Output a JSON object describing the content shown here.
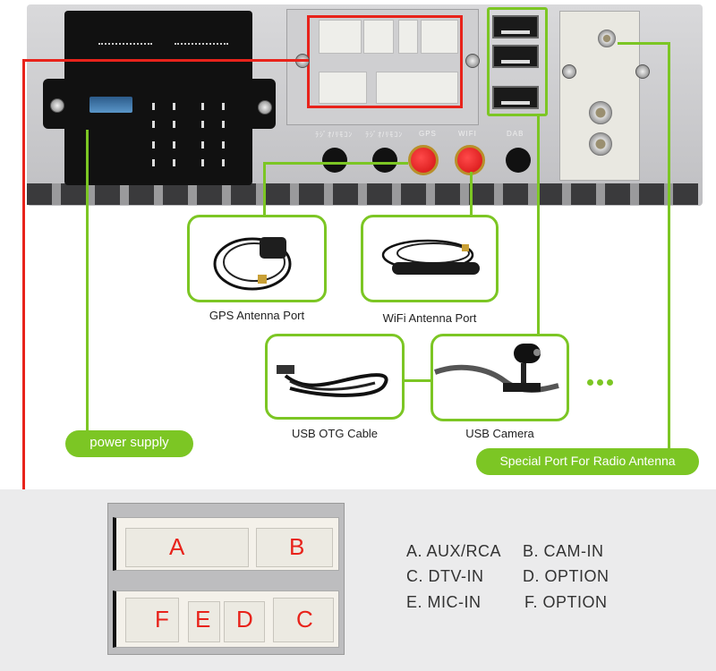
{
  "colors": {
    "accent_green": "#7cc624",
    "accent_red": "#e8231b",
    "bottom_panel": "#ebebec"
  },
  "device": {
    "port_labels": [
      "ﾗｼﾞｵ/ﾘﾓｺﾝ",
      "ﾗｼﾞｵ/ﾘﾓｺﾝ",
      "GPS",
      "WIFI",
      "DAB"
    ]
  },
  "accessories": [
    {
      "label": "GPS Antenna Port",
      "icon": "gps-antenna-icon"
    },
    {
      "label": "WiFi Antenna Port",
      "icon": "wifi-antenna-icon"
    },
    {
      "label": "USB OTG Cable",
      "icon": "usb-cable-icon"
    },
    {
      "label": "USB Camera",
      "icon": "usb-camera-icon"
    }
  ],
  "more_indicator": "...",
  "callouts": {
    "power_supply": "power supply",
    "radio_antenna": "Special Port For Radio Antenna"
  },
  "connector": {
    "letters": [
      "A",
      "B",
      "F",
      "E",
      "D",
      "C"
    ]
  },
  "legend": [
    "A. AUX/RCA",
    "B. CAM-IN",
    "C. DTV-IN",
    "D. OPTION",
    "E. MIC-IN",
    "F. OPTION"
  ]
}
